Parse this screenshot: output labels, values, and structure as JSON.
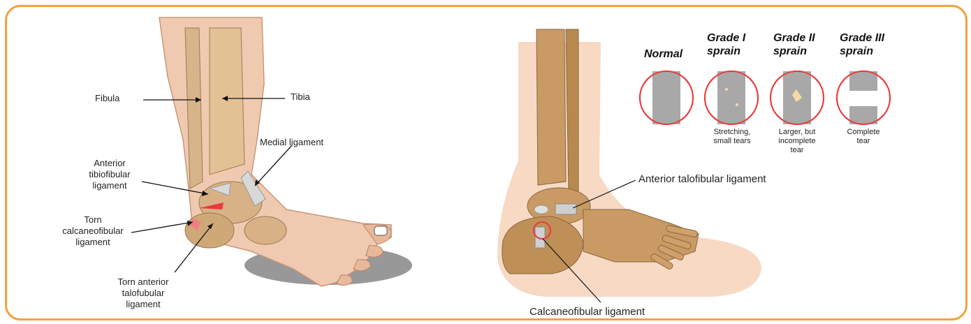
{
  "colors": {
    "frame": "#f0a23b",
    "bone": "#c9a46e",
    "skin": "#f7d9c4",
    "ligament": "#bfbfbf",
    "tear": "#e83a3a"
  },
  "left_labels": {
    "fibula": "Fibula",
    "tibia": "Tibia",
    "medial": "Medial ligament",
    "anterior_tib": "Anterior\ntibiofibular\nligament",
    "torn_calc": "Torn\ncalcaneofibular\nligament",
    "torn_ant": "Torn anterior\ntalofubular\nligament"
  },
  "right_labels": {
    "atfl": "Anterior talofibular ligament",
    "cfl": "Calcaneofibular ligament"
  },
  "grades": [
    {
      "title": "Normal",
      "desc": ""
    },
    {
      "title": "Grade I\nsprain",
      "desc": "Stretching,\nsmall tears"
    },
    {
      "title": "Grade II\nsprain",
      "desc": "Larger, but\nincomplete\ntear"
    },
    {
      "title": "Grade III\nsprain",
      "desc": "Complete\ntear"
    }
  ]
}
